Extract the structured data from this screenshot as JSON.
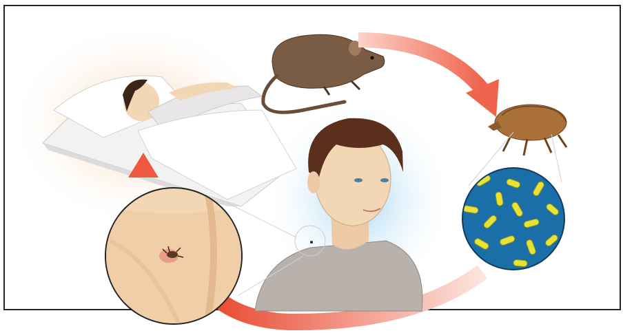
{
  "figure": {
    "stages": [
      {
        "id": "sick-person",
        "icon": "sick-person-in-bed-icon"
      },
      {
        "id": "rat",
        "icon": "rat-icon"
      },
      {
        "id": "flea",
        "icon": "flea-icon"
      },
      {
        "id": "bacteria",
        "icon": "bacteria-magnified-icon"
      },
      {
        "id": "healthy-person",
        "icon": "person-icon"
      },
      {
        "id": "bite",
        "icon": "flea-bite-magnified-icon"
      }
    ],
    "colors": {
      "arrow": "#f0634c",
      "arrow_light": "#fbd3c8",
      "rat": "#7a5c45",
      "flea": "#a9703a",
      "bacteria_bg": "#1a6fa8",
      "bacteria": "#e6e23a",
      "skin": "#f3d7b4",
      "hair": "#5a2f1c",
      "shirt": "#b9b2ac",
      "frame": "#222222"
    }
  }
}
